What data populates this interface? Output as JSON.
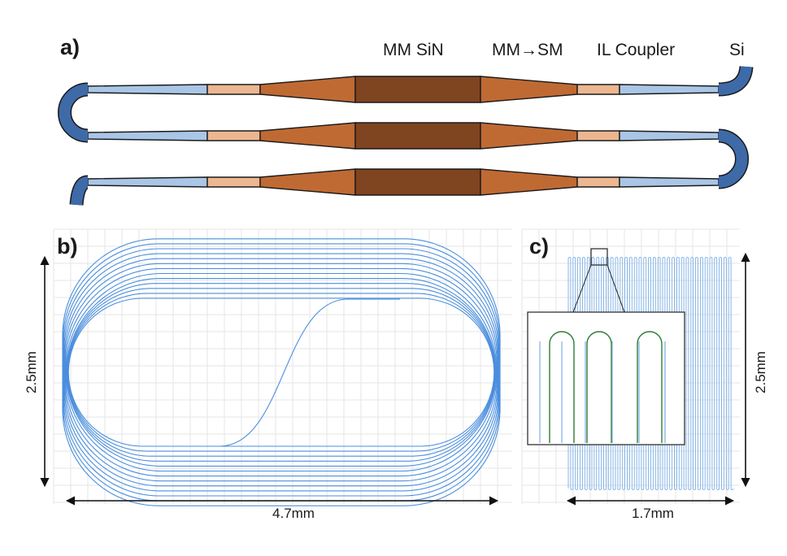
{
  "panel_a": {
    "letter": "a)",
    "labels": {
      "mm_sin": "MM SiN",
      "mm_sm": "MM→SM",
      "il_coupler": "IL Coupler",
      "si": "Si"
    },
    "colors": {
      "si_bend": "#3e6aa8",
      "si_taper": "#a9c6e6",
      "coupler": "#ecb690",
      "transition": "#c06a33",
      "mm_sin": "#7f4420",
      "outline": "#1a1a1a"
    }
  },
  "panel_b": {
    "letter": "b)",
    "width_label": "4.7mm",
    "height_label": "2.5mm",
    "trace_color": "#4a8ede"
  },
  "panel_c": {
    "letter": "c)",
    "width_label": "1.7mm",
    "height_label": "2.5mm",
    "trace_color": "#7aaee6",
    "inset_arc_color": "#2e7d32"
  },
  "grid_color": "#e6e6e6"
}
